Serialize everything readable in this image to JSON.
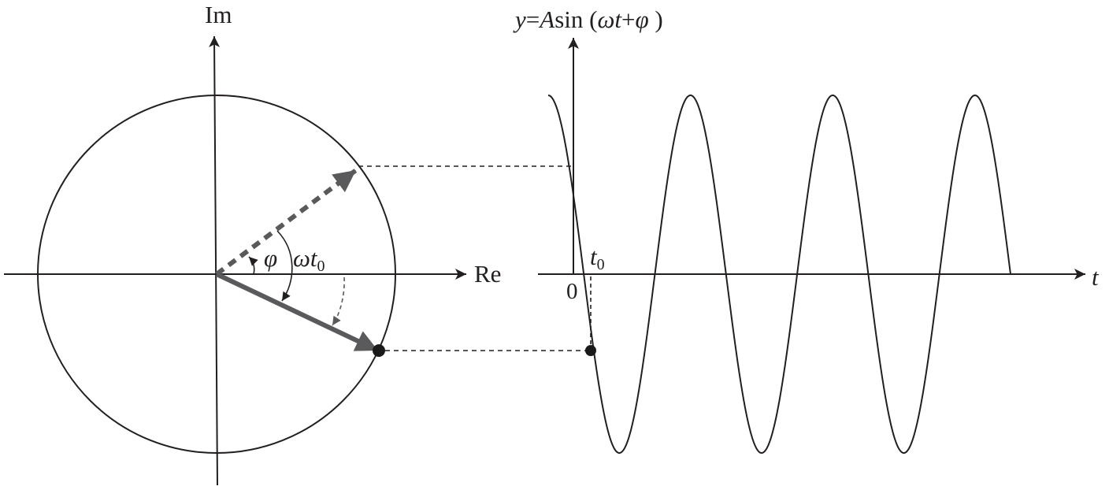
{
  "labels": {
    "im_axis": "Im",
    "re_axis": "Re",
    "phi_angle": "φ",
    "omega_t0": {
      "main": "ωt",
      "sub": "0"
    },
    "formula": {
      "y": "y",
      "eq": "=",
      "a": "A",
      "sin": "sin (",
      "omega_t": "ωt",
      "plus": "+",
      "phi": "φ",
      "close": " )"
    },
    "t_axis": "t",
    "origin": "0",
    "t0_label": {
      "main": "t",
      "sub": "0"
    }
  },
  "colors": {
    "ink": "#231f20",
    "phasor": "#5a5a5c",
    "dashed_guide": "#231f20"
  }
}
